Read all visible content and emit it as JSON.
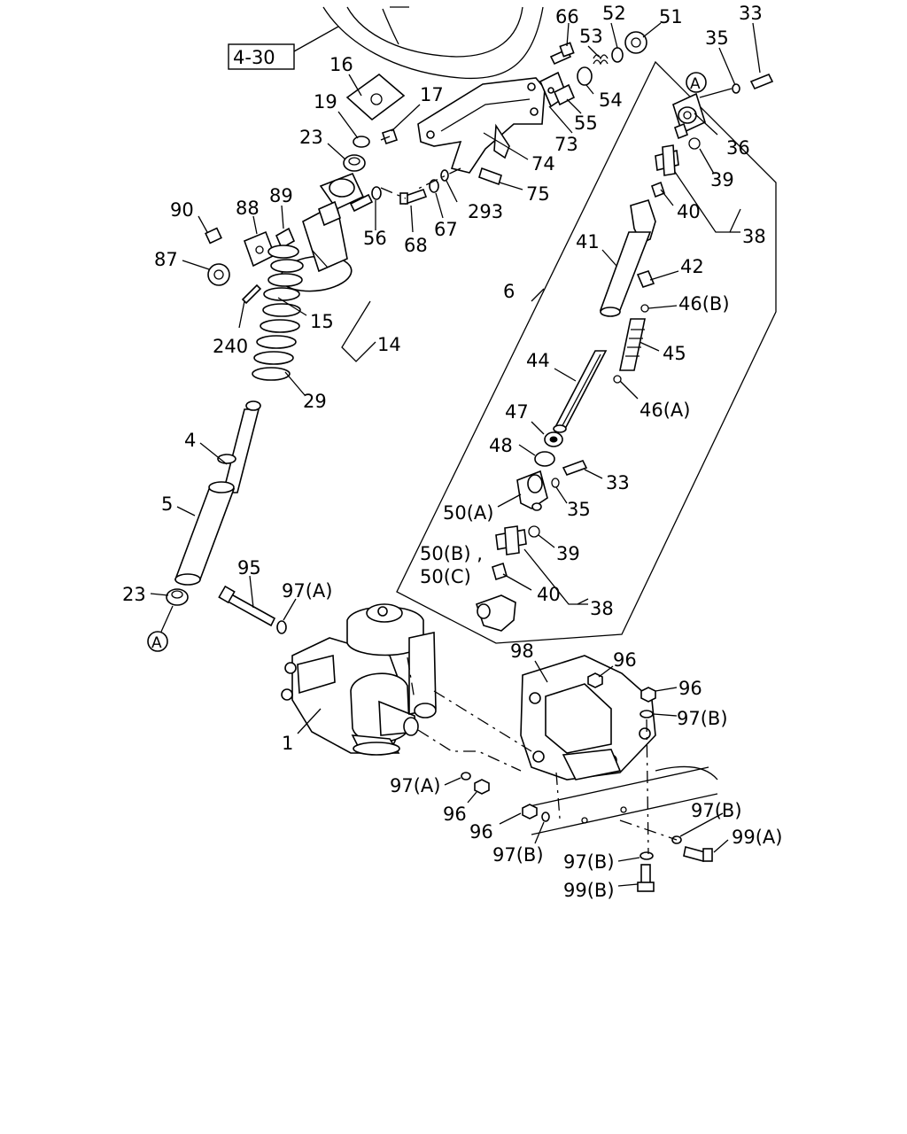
{
  "diagram": {
    "reference_box": "4-30",
    "labels": {
      "l66": "66",
      "l52": "52",
      "l51": "51",
      "l33a": "33",
      "l53": "53",
      "l35a": "35",
      "l16": "16",
      "l17": "17",
      "l19": "19",
      "l54": "54",
      "l55": "55",
      "l73": "73",
      "l23a": "23",
      "l74": "74",
      "l36": "36",
      "l75": "75",
      "l39a": "39",
      "l89": "89",
      "l90": "90",
      "l88": "88",
      "l293": "293",
      "l40a": "40",
      "l38a": "38",
      "l56": "56",
      "l67": "67",
      "l68": "68",
      "l41": "41",
      "l87": "87",
      "l42": "42",
      "l6": "6",
      "l46b": "46(B)",
      "l15": "15",
      "l14": "14",
      "l240": "240",
      "l45": "45",
      "l44": "44",
      "l29": "29",
      "l46a": "46(A)",
      "l47": "47",
      "l4": "4",
      "l48": "48",
      "l33b": "33",
      "l50a": "50(A)",
      "l35b": "35",
      "l5": "5",
      "l50b": "50(B) ,",
      "l39b": "39",
      "l95": "95",
      "l97a1": "97(A)",
      "l50c": "50(C)",
      "l40b": "40",
      "l23b": "23",
      "l38b": "38",
      "l98": "98",
      "l96a": "96",
      "l96b": "96",
      "l97b1": "97(B)",
      "l1": "1",
      "l97a2": "97(A)",
      "l96c": "96",
      "l97b2": "97(B)",
      "l96d": "96",
      "l99a": "99(A)",
      "l97b3": "97(B)",
      "l97b4": "97(B)",
      "l99b": "99(B)"
    },
    "callouts": {
      "a1": "A",
      "a2": "A"
    }
  }
}
